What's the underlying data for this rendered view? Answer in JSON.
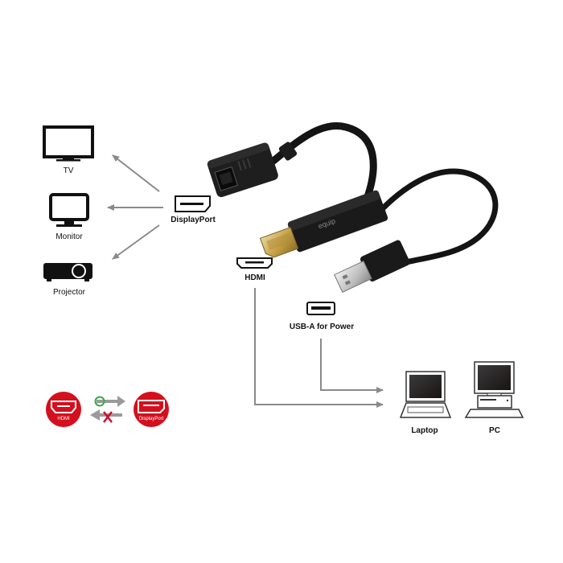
{
  "devices_left": [
    {
      "label": "TV",
      "icon": "tv-icon"
    },
    {
      "label": "Monitor",
      "icon": "monitor-icon"
    },
    {
      "label": "Projector",
      "icon": "projector-icon"
    }
  ],
  "ports": {
    "displayport": "DisplayPort",
    "hdmi": "HDMI",
    "usb": "USB-A for Power"
  },
  "devices_right": [
    {
      "label": "Laptop",
      "icon": "laptop-icon"
    },
    {
      "label": "PC",
      "icon": "pc-icon"
    }
  ],
  "adapter": {
    "brand": "equip"
  },
  "direction_badge": {
    "source": "HDMI",
    "target": "DisplayPort",
    "forward_ok_color": "#3aa84a",
    "reverse_no_color": "#c8102e",
    "badge_color": "#d4101e"
  },
  "colors": {
    "arrow": "#8a8a8a",
    "cable": "#141414",
    "gold": "#c9a44a"
  }
}
